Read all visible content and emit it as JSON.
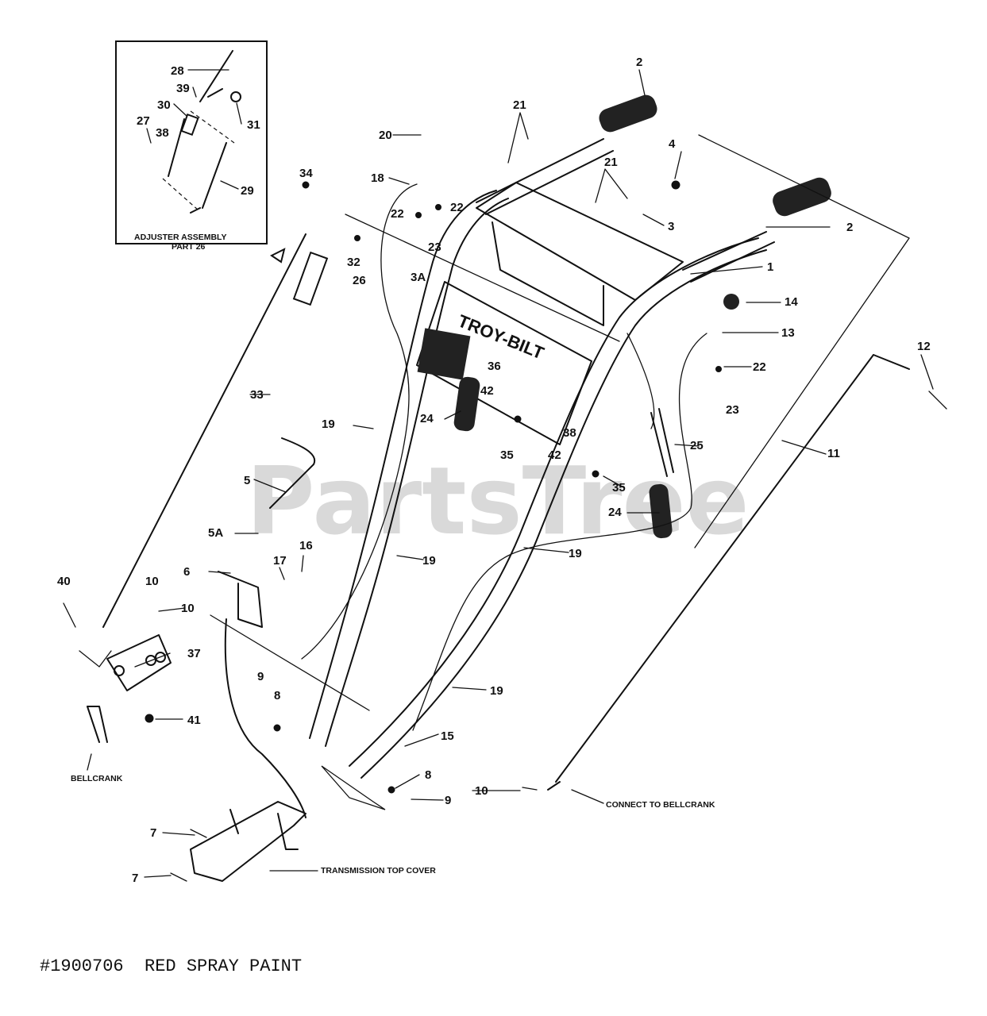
{
  "watermark": "PartsTree",
  "logo_text": "TROY-BILT",
  "inset": {
    "title_line1": "ADJUSTER ASSEMBLY",
    "title_line2": "PART 26"
  },
  "notes": {
    "bellcrank": "BELLCRANK",
    "connect": "CONNECT TO BELLCRANK",
    "transmission": "TRANSMISSION TOP COVER"
  },
  "footer": "#1900706  RED SPRAY PAINT",
  "callouts": [
    "28",
    "39",
    "30",
    "27",
    "38",
    "31",
    "29",
    "2",
    "21",
    "20",
    "18",
    "4",
    "34",
    "22",
    "22",
    "23",
    "32",
    "26",
    "3A",
    "3",
    "1",
    "14",
    "13",
    "12",
    "22",
    "36",
    "42",
    "23",
    "24",
    "19",
    "35",
    "38",
    "33",
    "25",
    "42",
    "11",
    "35",
    "5",
    "24",
    "5A",
    "19",
    "19",
    "6",
    "17",
    "16",
    "40",
    "10",
    "10",
    "37",
    "9",
    "8",
    "19",
    "15",
    "41",
    "8",
    "10",
    "9",
    "7",
    "7",
    "2",
    "21"
  ]
}
